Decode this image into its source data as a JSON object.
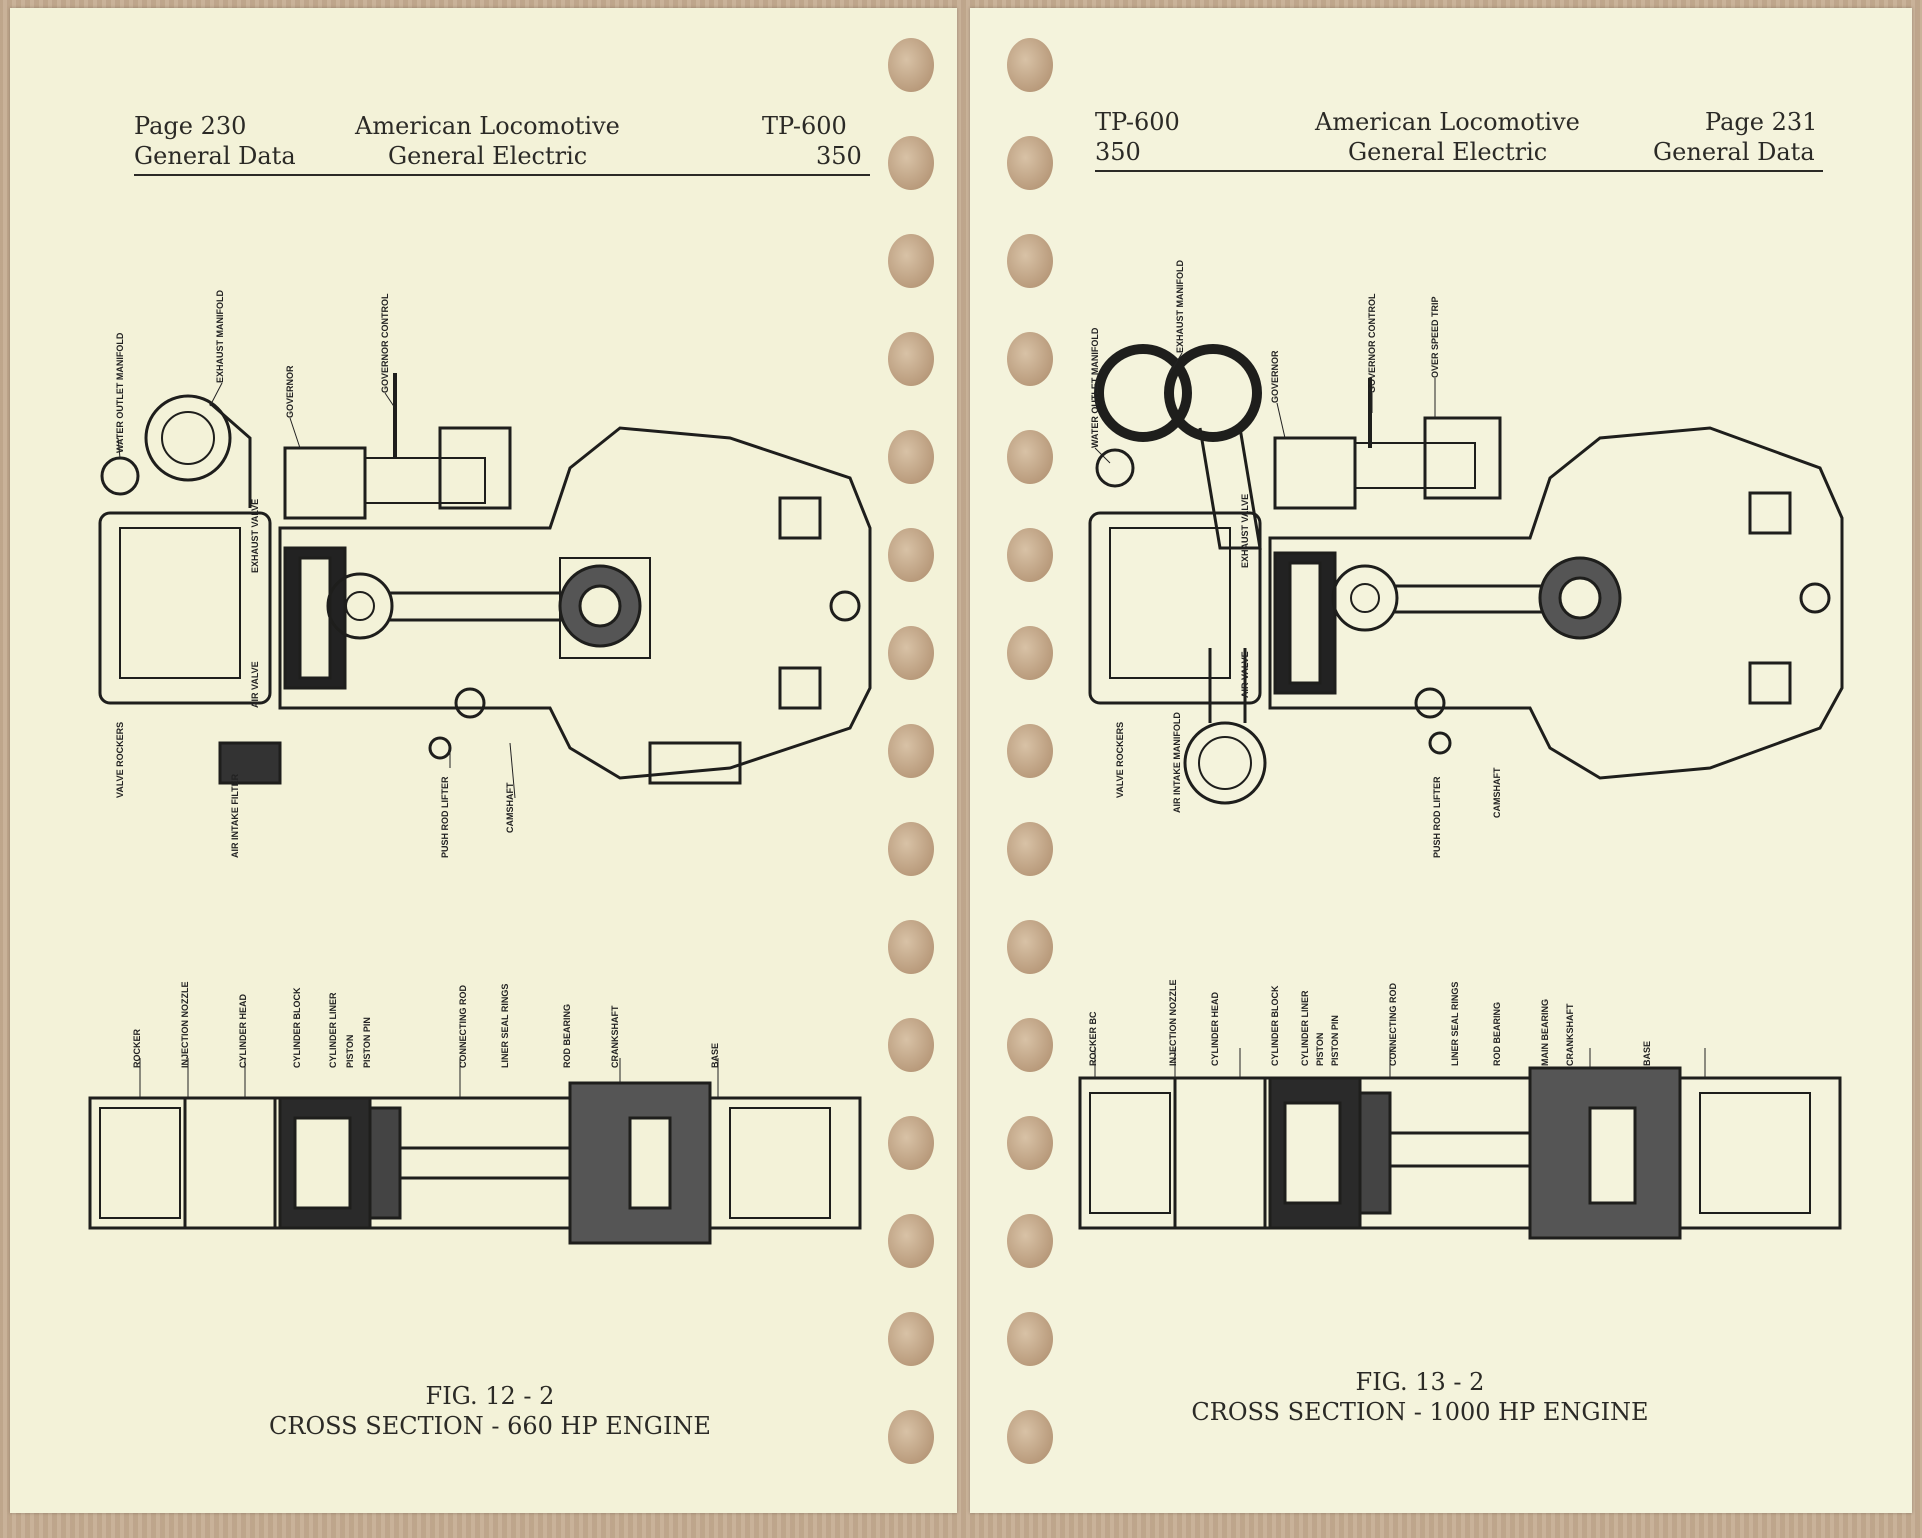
{
  "left_page": {
    "header": {
      "page_label": "Page 230",
      "section": "General Data",
      "title_line1": "American Locomotive",
      "title_line2": "General Electric",
      "code": "TP-600",
      "number": "350"
    },
    "upper_labels": [
      "WATER OUTLET MANIFOLD",
      "EXHAUST MANIFOLD",
      "GOVERNOR",
      "GOVERNOR CONTROL",
      "EXHAUST VALVE",
      "AIR VALVE",
      "VALVE ROCKERS",
      "AIR INTAKE FILTER",
      "PUSH ROD LIFTER",
      "CAMSHAFT"
    ],
    "lower_labels": [
      "ROCKER",
      "INJECTION NOZZLE",
      "CYLINDER HEAD",
      "CYLINDER BLOCK",
      "CYLINDER LINER",
      "PISTON",
      "PISTON PIN",
      "CONNECTING ROD",
      "LINER SEAL RINGS",
      "ROD BEARING",
      "CRANKSHAFT",
      "BASE"
    ],
    "caption_line1": "FIG. 12 - 2",
    "caption_line2": "CROSS SECTION - 660 HP ENGINE"
  },
  "right_page": {
    "header": {
      "code": "TP-600",
      "number": "350",
      "title_line1": "American Locomotive",
      "title_line2": "General Electric",
      "page_label": "Page 231",
      "section": "General Data"
    },
    "upper_labels": [
      "WATER OUTLET MANIFOLD",
      "EXHAUST MANIFOLD",
      "GOVERNOR",
      "GOVERNOR CONTROL",
      "OVER SPEED TRIP",
      "EXHAUST VALVE",
      "AIR VALVE",
      "VALVE ROCKERS",
      "AIR INTAKE MANIFOLD",
      "PUSH ROD LIFTER",
      "CAMSHAFT"
    ],
    "lower_labels": [
      "ROCKER BC",
      "INJECTION NOZZLE",
      "CYLINDER HEAD",
      "CYLINDER BLOCK",
      "CYLINDER LINER",
      "PISTON",
      "PISTON PIN",
      "CONNECTING ROD",
      "LINER SEAL RINGS",
      "ROD BEARING",
      "MAIN BEARING",
      "CRANKSHAFT",
      "BASE"
    ],
    "caption_line1": "FIG. 13 - 2",
    "caption_line2": "CROSS SECTION - 1000 HP ENGINE"
  },
  "colors": {
    "paper": "#f3f2d8",
    "ink": "#2b2a26",
    "background": "#c6ae94"
  }
}
